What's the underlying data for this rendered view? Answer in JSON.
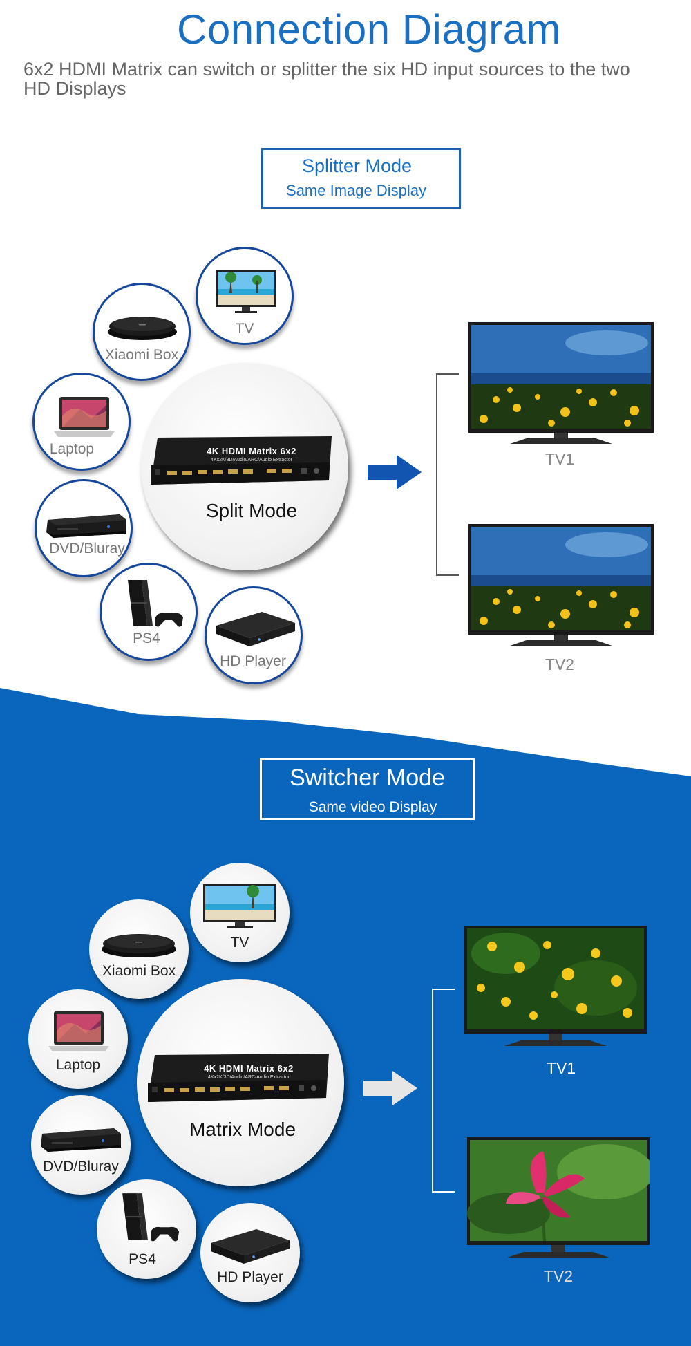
{
  "header": {
    "title": "Connection Diagram",
    "subtitle": "6x2 HDMI Matrix can switch or splitter the six HD input sources to the two HD Displays"
  },
  "splitter": {
    "box_title": "Splitter Mode",
    "box_subtitle": "Same Image Display",
    "center_label": "Split  Mode",
    "device_text": "4K HDMI Matrix 6x2",
    "device_subtext": "4Kx2K/3D/Audio/ARC/Audio Extractor",
    "sources": [
      "TV",
      "Xiaomi Box",
      "Laptop",
      "DVD/Bluray",
      "PS4",
      "HD Player"
    ],
    "outputs": [
      "TV1",
      "TV2"
    ]
  },
  "switcher": {
    "box_title": "Switcher Mode",
    "box_subtitle": "Same video Display",
    "center_label": "Matrix Mode",
    "device_text": "4K HDMI Matrix 6x2",
    "device_subtext": "4Kx2K/3D/Audio/ARC/Audio Extractor",
    "sources": [
      "TV",
      "Xiaomi Box",
      "Laptop",
      "DVD/Bluray",
      "PS4",
      "HD Player"
    ],
    "outputs": [
      "TV1",
      "TV2"
    ]
  },
  "colors": {
    "accent_blue": "#1a6fc0",
    "box_border": "#1d5fb0",
    "background_blue": "#0a66bd",
    "circle_border": "#16479a"
  },
  "icons": [
    "tv-icon",
    "xiaomi-box-icon",
    "laptop-icon",
    "dvd-player-icon",
    "ps4-icon",
    "hd-player-icon",
    "hdmi-matrix-icon",
    "arrow-right-icon",
    "bracket-icon"
  ]
}
